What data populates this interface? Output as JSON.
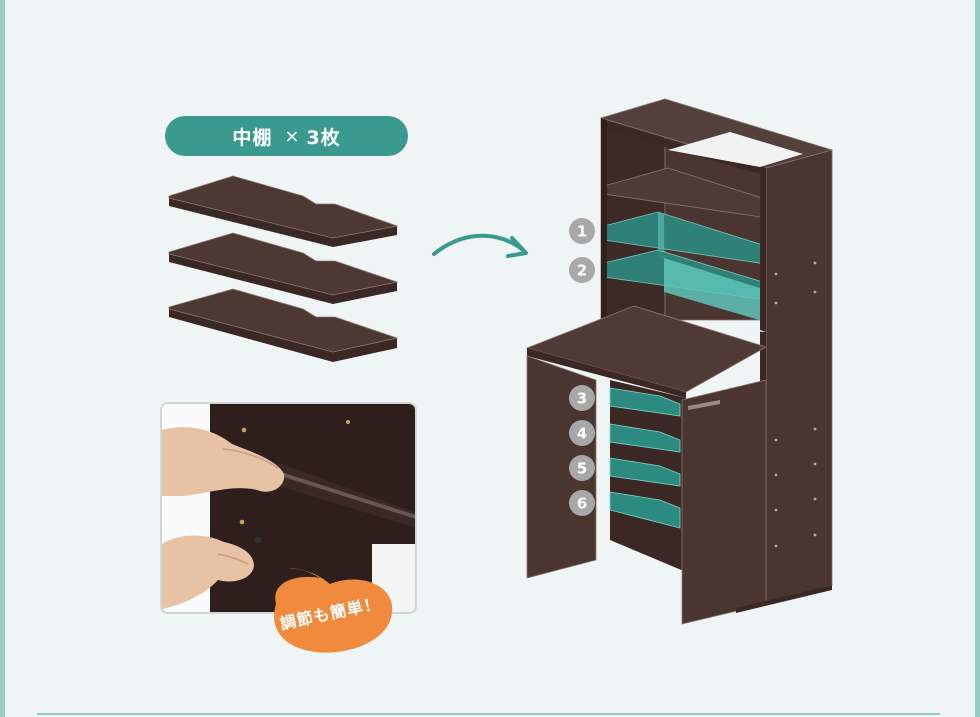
{
  "shelf_label": {
    "name": "中棚",
    "multiplier": "×",
    "count": "3枚"
  },
  "speech_bubble": "調節も簡単！",
  "shelf_positions": [
    "1",
    "2",
    "3",
    "4",
    "5",
    "6"
  ],
  "colors": {
    "background": "#eef5f4",
    "frame": "#98cbc4",
    "accent": "#3a9a90",
    "wood": "#4a3530",
    "glass_highlight": "#5fc4b8",
    "bubble": "#f08a3c",
    "badge": "#a8a8a8"
  },
  "icons": [
    "curved-arrow-icon"
  ]
}
